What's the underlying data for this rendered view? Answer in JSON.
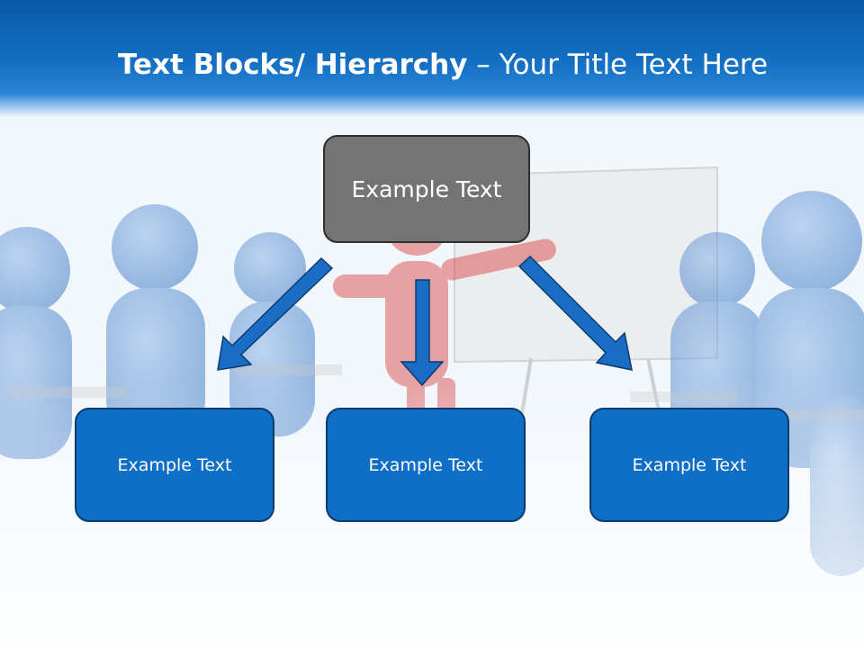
{
  "slide": {
    "title_bold": "Text Blocks/ Hierarchy",
    "title_rest": " – Your Title Text Here"
  },
  "hierarchy": {
    "top": {
      "label": "Example Text"
    },
    "children": [
      {
        "label": "Example Text"
      },
      {
        "label": "Example Text"
      },
      {
        "label": "Example Text"
      }
    ]
  },
  "colors": {
    "header": "#1470c4",
    "top_box": "#747474",
    "child_box": "#0f6fc6",
    "arrow": "#1b6cc4"
  }
}
